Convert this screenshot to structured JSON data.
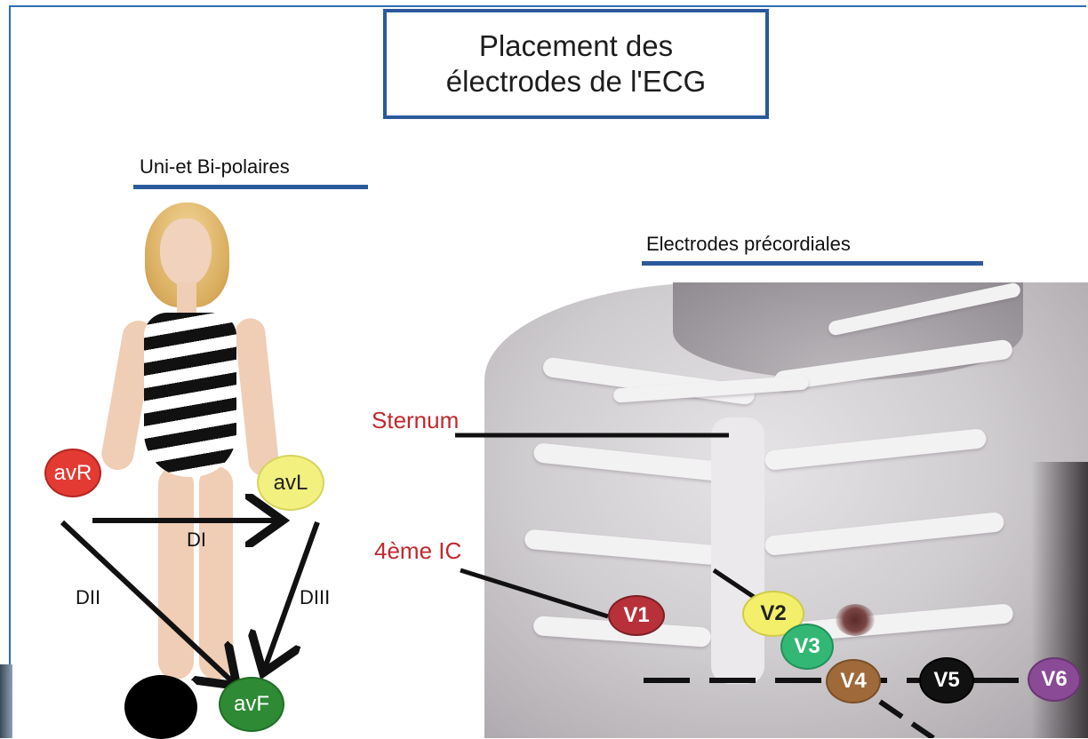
{
  "title": {
    "line1": "Placement des",
    "line2": "électrodes de l'ECG"
  },
  "left_panel": {
    "heading": "Uni-et Bi-polaires",
    "electrodes": {
      "avR": {
        "label": "avR",
        "color": "#e33b34"
      },
      "avL": {
        "label": "avL",
        "color": "#f2f07e"
      },
      "avF": {
        "label": "avF",
        "color": "#2f8a35"
      },
      "ground": {
        "label": "",
        "color": "#000000"
      }
    },
    "leads": {
      "DI": "DI",
      "DII": "DII",
      "DIII": "DIII"
    }
  },
  "right_panel": {
    "heading": "Electrodes précordiales",
    "sternum_label": "Sternum",
    "ic_label": "4ème IC",
    "electrodes": [
      {
        "label": "V1",
        "color": "#b8313a"
      },
      {
        "label": "V2",
        "color": "#f3ef6a"
      },
      {
        "label": "V3",
        "color": "#33b774"
      },
      {
        "label": "V4",
        "color": "#a0693a"
      },
      {
        "label": "V5",
        "color": "#111111"
      },
      {
        "label": "V6",
        "color": "#8a4a96"
      }
    ]
  },
  "colors": {
    "frame_blue": "#2f6db3",
    "underline_blue": "#2a5a9b",
    "label_red": "#c0282e"
  }
}
